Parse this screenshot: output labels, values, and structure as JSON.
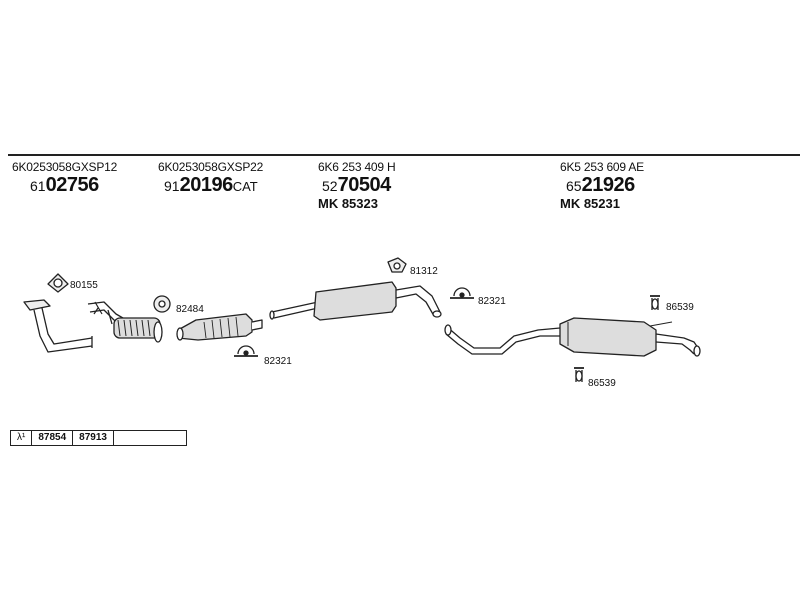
{
  "header_columns": [
    {
      "part_code": "6K0253058GXSP12",
      "ref_prefix": "61",
      "ref_main": "02756",
      "ref_suffix": "",
      "mk": ""
    },
    {
      "part_code": "6K0253058GXSP22",
      "ref_prefix": "91",
      "ref_main": "20196",
      "ref_suffix": "CAT",
      "mk": ""
    },
    {
      "part_code": "6K6 253 409 H",
      "ref_prefix": "52",
      "ref_main": "70504",
      "ref_suffix": "",
      "mk": "MK  85323"
    },
    {
      "part_code": "6K5 253 609 AE",
      "ref_prefix": "65",
      "ref_main": "21926",
      "ref_suffix": "",
      "mk": "MK  85231"
    }
  ],
  "callouts": {
    "c80155": "80155",
    "c82484": "82484",
    "c82321a": "82321",
    "c81312": "81312",
    "c82321b": "82321",
    "c86539a": "86539",
    "c86539b": "86539"
  },
  "lambda_table": {
    "symbol": "λ¹",
    "cells": [
      "87854",
      "87913"
    ]
  },
  "colors": {
    "line": "#222222",
    "fill": "#dddddd"
  }
}
